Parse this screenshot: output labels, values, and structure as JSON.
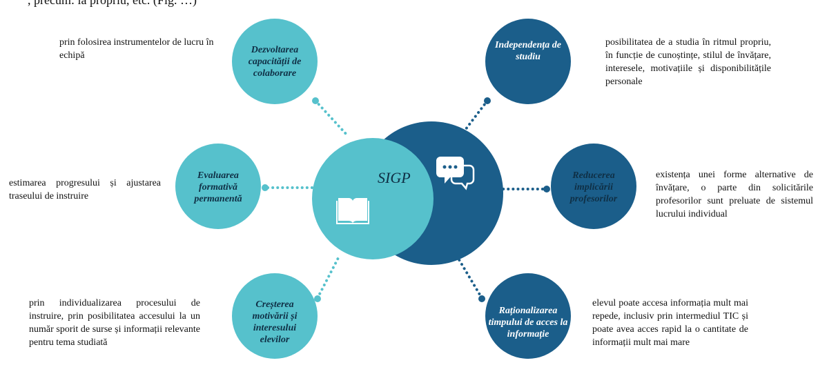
{
  "page": {
    "top_fragment": ", precum: la propriu, etc. (Fig. …)"
  },
  "center": {
    "label": "SIGP",
    "left_icon": "book-icon",
    "right_icon": "chat-bubbles-icon"
  },
  "colors": {
    "teal": "#56c1cc",
    "navy": "#1b5e8a",
    "dotted_teal": "#56c1cc",
    "dotted_navy": "#1b5e8a"
  },
  "nodes": [
    {
      "id": "colaborare",
      "label": "Dezvoltarea capacității de colaborare",
      "description": "prin folosirea instrumentelor de lucru în echipă"
    },
    {
      "id": "independenta",
      "label": "Independența de studiu",
      "description": "posibilitatea de a studia în ritmul propriu, în funcție de cunoștințe, stilul de învățare, interesele, motivațiile și disponibilitățile personale"
    },
    {
      "id": "evaluarea",
      "label": "Evaluarea formativă permanentă",
      "description": "estimarea progresului și ajustarea traseului de instruire"
    },
    {
      "id": "reducerea",
      "label": "Reducerea implicării profesorilor",
      "description": "existența unei forme alternative de învățare, o parte din solicitările profesorilor sunt preluate de sistemul lucrului individual"
    },
    {
      "id": "motivare",
      "label": "Creșterea motivării și interesului elevilor",
      "description": "prin individualizarea procesului de instruire, prin posibilitatea accesului la un număr sporit de surse și informații relevante pentru tema studiată"
    },
    {
      "id": "rationalizarea",
      "label": "Raționalizarea timpului de acces la informație",
      "description": "elevul poate accesa informația mult mai repede, inclusiv prin intermediul TIC și poate avea acces rapid la o cantitate de informații mult mai mare"
    }
  ]
}
